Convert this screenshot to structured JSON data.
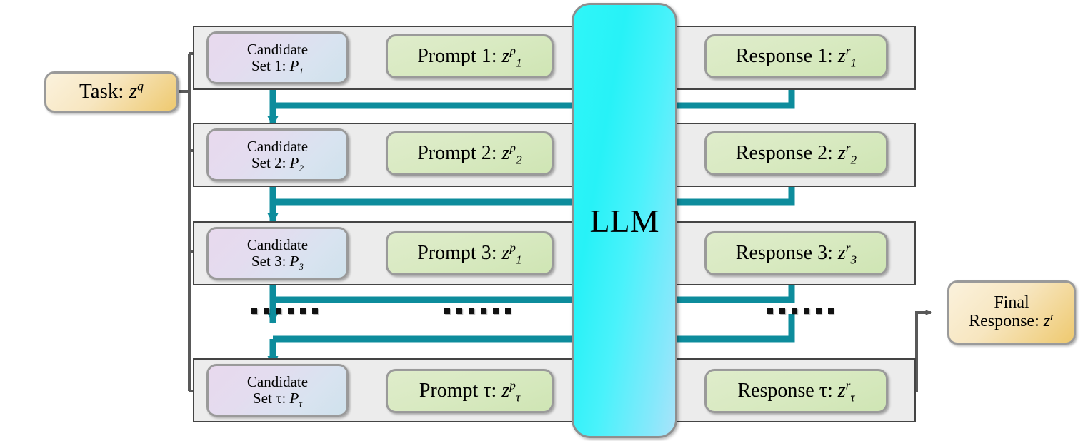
{
  "diagram": {
    "title": "Iterative LLM prompt-optimization loop",
    "colors": {
      "teal_arrow": "#0d8c9c",
      "gray_arrow": "#595959",
      "band_fill": "#ececec",
      "band_border": "#444444",
      "llm_cyan": "#2ff6f8",
      "candidate_purple": "#e8d9ee",
      "candidate_blue": "#cfe2ec",
      "green_fill": "#d9eac2",
      "tan_fill": "#eec96f"
    },
    "task": {
      "label_prefix": "Task: ",
      "var": "z",
      "sup": "q"
    },
    "llm": {
      "label": "LLM"
    },
    "final": {
      "line1": "Final",
      "line2_prefix": "Response: ",
      "var": "z",
      "sup": "r"
    },
    "ellipsis": {
      "dots": 6,
      "groups": [
        "candidate-column",
        "prompt-column",
        "response-column"
      ]
    },
    "rows": [
      {
        "index": "1",
        "candidate": {
          "line1": "Candidate",
          "line2_prefix": "Set 1: ",
          "sym": "P",
          "sub": "1"
        },
        "prompt": {
          "prefix": "Prompt 1: ",
          "var": "z",
          "sup": "p",
          "sub": "1"
        },
        "response": {
          "prefix": "Response 1: ",
          "var": "z",
          "sup": "r",
          "sub": "1"
        }
      },
      {
        "index": "2",
        "candidate": {
          "line1": "Candidate",
          "line2_prefix": "Set 2: ",
          "sym": "P",
          "sub": "2"
        },
        "prompt": {
          "prefix": "Prompt 2: ",
          "var": "z",
          "sup": "p",
          "sub": "2"
        },
        "response": {
          "prefix": "Response 2: ",
          "var": "z",
          "sup": "r",
          "sub": "2"
        }
      },
      {
        "index": "3",
        "candidate": {
          "line1": "Candidate",
          "line2_prefix": "Set 3: ",
          "sym": "P",
          "sub": "3"
        },
        "prompt": {
          "prefix": "Prompt 3: ",
          "var": "z",
          "sup": "p",
          "sub": "1"
        },
        "response": {
          "prefix": "Response 3: ",
          "var": "z",
          "sup": "r",
          "sub": "3"
        }
      },
      {
        "index": "tau",
        "candidate": {
          "line1": "Candidate",
          "line2_prefix": "Set τ: ",
          "sym": "P",
          "sub": "τ"
        },
        "prompt": {
          "prefix": "Prompt τ: ",
          "var": "z",
          "sup": "p",
          "sub": "τ"
        },
        "response": {
          "prefix": "Response τ: ",
          "var": "z",
          "sup": "r",
          "sub": "τ"
        }
      }
    ]
  }
}
